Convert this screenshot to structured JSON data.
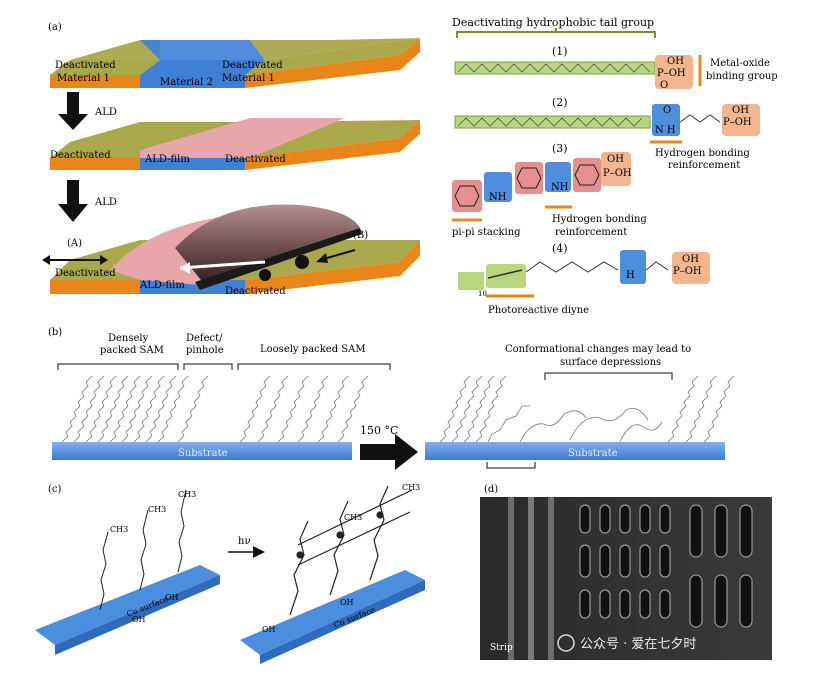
{
  "panel_labels": {
    "a": "(a)",
    "b": "(b)",
    "c": "(c)",
    "d": "(d)"
  },
  "panel_a": {
    "layer1_left": [
      "Deactivated",
      "Material 1"
    ],
    "layer1_mid": "Material 2",
    "layer1_right": [
      "Deactivated",
      "Material 1"
    ],
    "ald_arrow1": "ALD",
    "layer2_left": "Deactivated",
    "layer2_mid": "ALD-film",
    "layer2_right": "Deactivated",
    "ald_arrow2": "ALD",
    "layer3_left": "Deactivated",
    "layer3_mid": "ALD-film",
    "layer3_right": "Deactivated",
    "label_A": "(A)",
    "label_B": "(B)"
  },
  "panel_a_right": {
    "tail_title": "Deactivating hydrophobic tail group",
    "mol1": "(1)",
    "mol2": "(2)",
    "mol3": "(3)",
    "mol4": "(4)",
    "binding_group": [
      "Metal-oxide",
      "binding group"
    ],
    "hbond1": [
      "Hydrogen bonding",
      "reinforcement"
    ],
    "pipi": "pi-pi stacking",
    "hbond2": [
      "Hydrogen bonding",
      "reinforcement"
    ],
    "diyne": "Photoreactive diyne",
    "subscript": "10",
    "phos_oh1": "OH",
    "phos_p": "P–OH",
    "phos_o": "O",
    "nh": "NH",
    "n_h": "N H",
    "h": "H",
    "o": "O"
  },
  "panel_b": {
    "dense": [
      "Densely",
      "packed SAM"
    ],
    "defect": [
      "Defect/",
      "pinhole"
    ],
    "loose": "Loosely packed SAM",
    "temp": "150 °C",
    "conform": [
      "Conformational changes may lead to",
      "surface depressions"
    ],
    "substrate_left": "Substrate",
    "substrate_right": "Substrate"
  },
  "panel_c": {
    "hv": "hν",
    "ch3": "CH3",
    "cu_left": "Cu surface",
    "cu_right": "Cu surface",
    "oh": "OH"
  },
  "panel_d": {
    "strip": "Strip",
    "watermark": "公众号 · 爱在七夕时"
  },
  "colors": {
    "orange": "#e8861a",
    "olive": "#a9a84b",
    "blue": "#3f7fd6",
    "pink": "#e7a7aa",
    "chain_green": "#b8d67d",
    "box_blue": "#4f8edc",
    "box_pink": "#e58f90",
    "box_orange": "#f2b58d",
    "substrate": "#4b8ee0"
  }
}
